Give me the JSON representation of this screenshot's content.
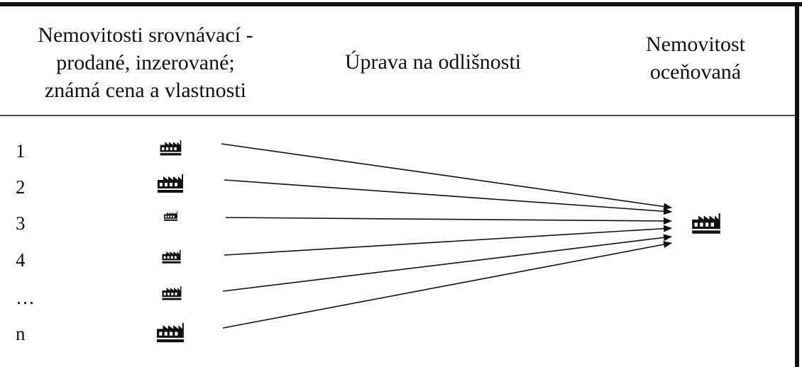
{
  "header": {
    "left_lines": [
      "Nemovitosti  srovnávací -",
      "prodané, inzerované;",
      "známá cena a vlastnosti"
    ],
    "middle": "Úprava   na odlišnosti",
    "right_lines": [
      "Nemovitost",
      "oceňovaná"
    ]
  },
  "rows": [
    {
      "label": "1",
      "icon": "factory-icon"
    },
    {
      "label": "2",
      "icon": "factory-icon"
    },
    {
      "label": "3",
      "icon": "factory-icon"
    },
    {
      "label": "4",
      "icon": "factory-icon"
    },
    {
      "label": "…",
      "icon": "factory-icon"
    },
    {
      "label": "n",
      "icon": "factory-icon"
    }
  ],
  "target": {
    "icon": "factory-icon"
  },
  "colors": {
    "line": "#111111",
    "background": "#ffffff"
  }
}
